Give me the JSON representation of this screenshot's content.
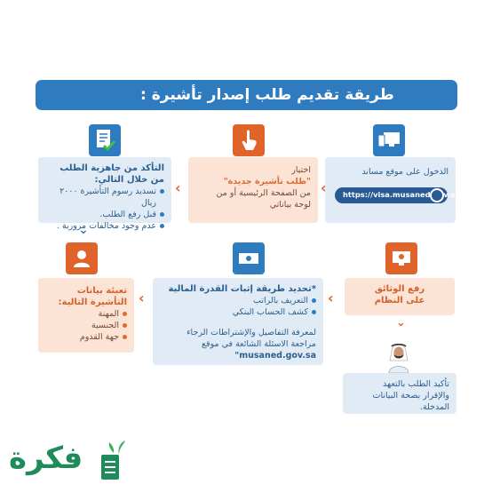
{
  "banner": {
    "title": "طريقة تقديم طلب إصدار تأشيرة :"
  },
  "step_login": {
    "text": "الدخول على موقع مساند",
    "url": "https://visa.musaned.gov.sa"
  },
  "step_choose": {
    "line1": "اختيار",
    "line2": "\"طلب تأشيرة جديدة\"",
    "line3": "من الصفحة الرئيسية أو من",
    "line4": "لوحة بياناتي"
  },
  "step_readiness": {
    "title1": "التأكد من جاهزية الطلب",
    "title2": "من خلال التالي:",
    "items": [
      "تسديد رسوم التأشيرة ٢٠٠٠ ريال",
      "قبل رفع الطلب.",
      "عدم وجود مخالفات مرورية ."
    ]
  },
  "step_visa_data": {
    "title1": "تعبئة بيانات",
    "title2": "التأشيرة التالية:",
    "items": [
      "المهنة",
      "الجنسية",
      "جهة القدوم"
    ]
  },
  "step_financial": {
    "title": "*تحديد طريقة إثبات القدرة المالية",
    "items": [
      "التعريف بالراتب",
      "كشف الحساب البنكي"
    ],
    "note1": "لمعرفة التفاصيل والإشتراطات الرجاء",
    "note2": "مراجعة الاسئلة الشائعة في موقع",
    "note3": "musaned.gov.sa\""
  },
  "step_upload": {
    "line1": "رفع الوثائق",
    "line2": "على النظام"
  },
  "step_confirm": {
    "line1": "تأكيد الطلب بالتعهد",
    "line2": "والإقرار بصحة البيانات",
    "line3": "المدخلة."
  },
  "logo": {
    "text": "فكرة"
  },
  "colors": {
    "blue": "#2f7bbf",
    "orange": "#e0642a",
    "green": "#1f8a5a"
  }
}
